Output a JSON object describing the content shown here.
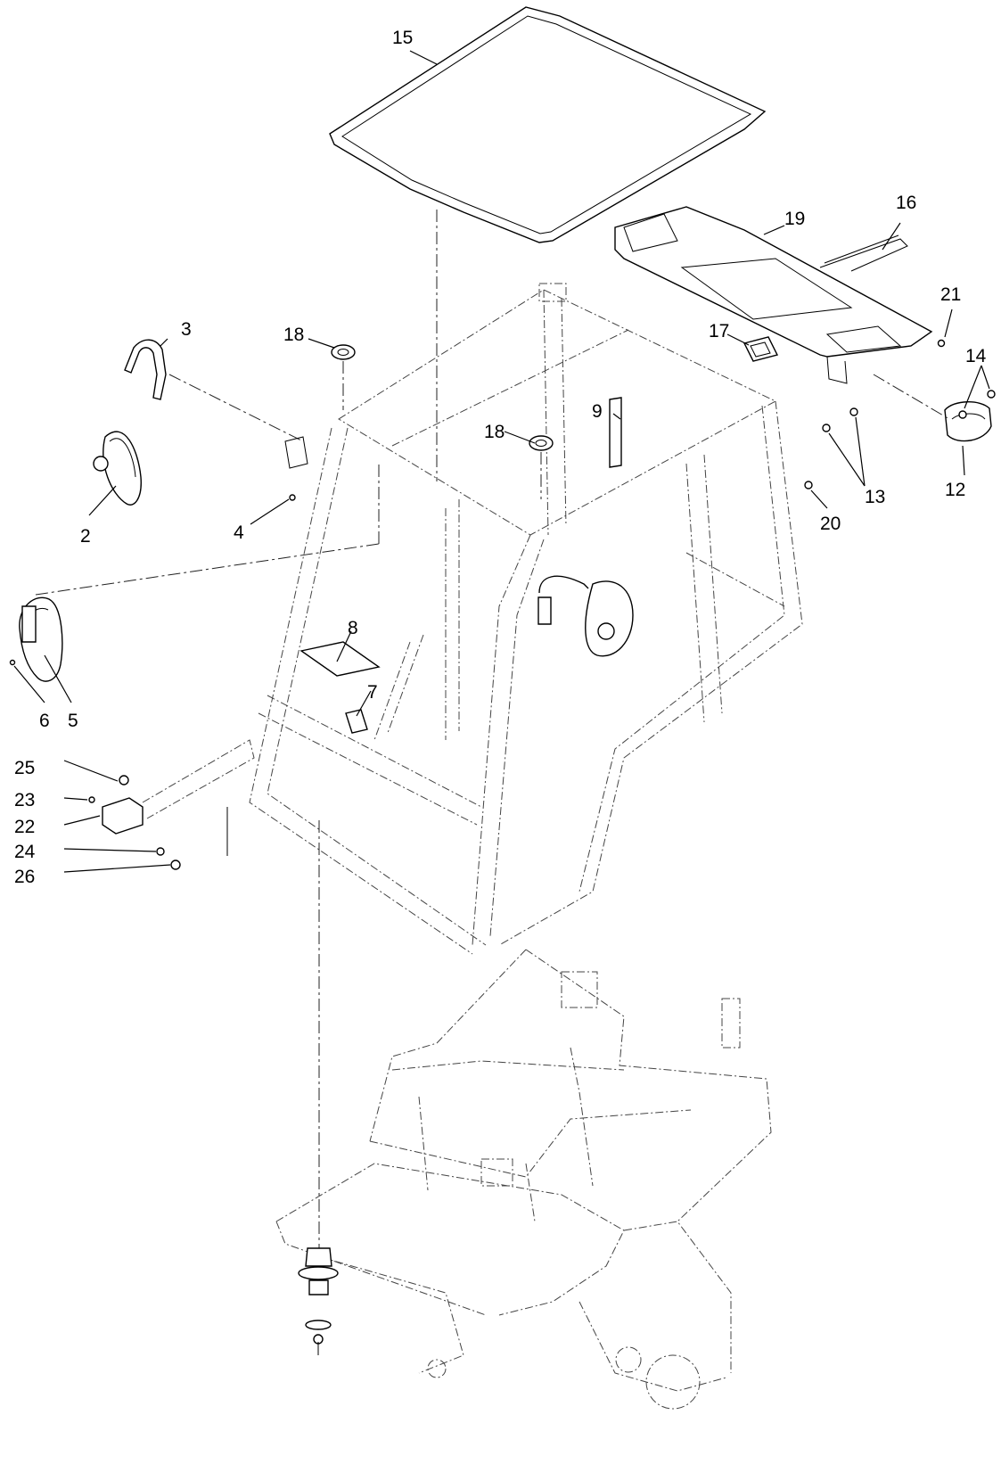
{
  "callouts": {
    "c15": "15",
    "c16": "16",
    "c19": "19",
    "c21": "21",
    "c14": "14",
    "c3": "3",
    "c18a": "18",
    "c17": "17",
    "c9": "9",
    "c18b": "18",
    "c13": "13",
    "c12": "12",
    "c20": "20",
    "c2": "2",
    "c4": "4",
    "c8": "8",
    "c7": "7",
    "c6": "6",
    "c5": "5",
    "c25": "25",
    "c23": "23",
    "c22": "22",
    "c24": "24",
    "c26": "26"
  }
}
